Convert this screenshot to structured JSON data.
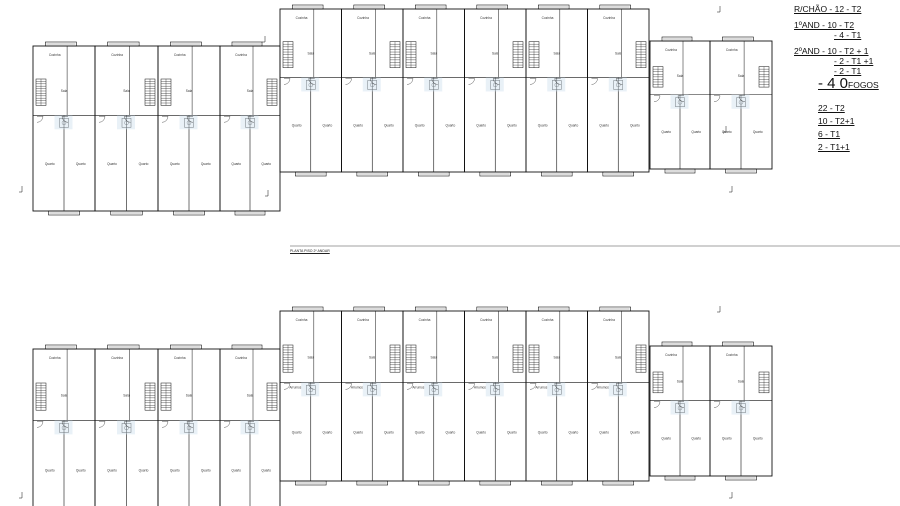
{
  "drawing": {
    "caption": "PLANTA PISO 2º ANDAR",
    "room_labels": {
      "kitchen": "Cozinha",
      "living": "Sala",
      "bedroom": "Quarto",
      "storage": "Arrumos"
    }
  },
  "legend": {
    "ground_floor": "R/CHÃO - 12 - T2",
    "first_floor": "1ºAND   - 10 - T2",
    "first_floor_extra": "- 4 - T1",
    "second_floor": "2ºAND   - 10 - T2 + 1",
    "second_floor_extra_1": "- 2 - T1 +1",
    "second_floor_extra_2": "- 2 - T1",
    "total_number": "- 4 0",
    "total_unit": "FOGOS",
    "summary": [
      "22 - T2",
      "10 - T2+1",
      "6 - T1",
      "2 - T1+1"
    ]
  }
}
